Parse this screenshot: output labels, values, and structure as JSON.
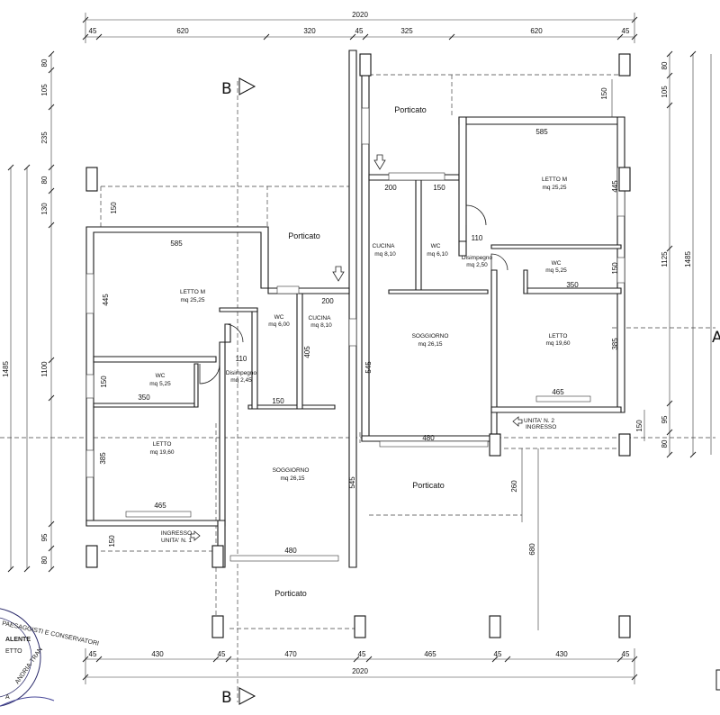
{
  "dimensions": {
    "top_total": "2020",
    "top": [
      "45",
      "620",
      "320",
      "45",
      "325",
      "620",
      "45"
    ],
    "bottom_total": "2020",
    "bottom": [
      "45",
      "430",
      "45",
      "470",
      "45",
      "465",
      "45",
      "430",
      "45"
    ],
    "left_outer": [
      "80",
      "105",
      "235",
      "80",
      "130",
      "150",
      "445",
      "150",
      "95",
      "150",
      "80"
    ],
    "left_inner_total": "1100",
    "left_outer_total": "1485",
    "right_outer": [
      "80",
      "105",
      "150",
      "445",
      "150",
      "95",
      "150",
      "80"
    ],
    "right_inner_total": "1125",
    "right_outer_total": "1485"
  },
  "section_marks": {
    "b_top": "B",
    "b_bottom": "B",
    "a_right": "A"
  },
  "left_unit": {
    "porticato_top": "Porticato",
    "porticato_bottom": "Porticato",
    "letto_m": {
      "name": "LETTO M",
      "area": "mq   25,25",
      "width": "585",
      "depth": "445"
    },
    "wc_small": {
      "name": "WC",
      "area": "mq   5,25",
      "width": "350",
      "depth": "150"
    },
    "letto": {
      "name": "LETTO",
      "area": "mq   19,60",
      "width": "465",
      "depth": "385"
    },
    "wc": {
      "name": "WC",
      "area": "mq   6,00"
    },
    "cucina": {
      "name": "CUCINA",
      "area": "mq   8,10",
      "width": "200",
      "depth": "405"
    },
    "disimpegno": {
      "name": "Disimpegno",
      "area": "mq 2,45",
      "door": "110"
    },
    "wc_width": "150",
    "soggiorno": {
      "name": "SOGGIORNO",
      "area": "mq   26,15",
      "width": "480",
      "depth": "545"
    },
    "bedroom_left": "150",
    "ingresso": "INGRESSO",
    "unita": "UNITA' N. 1"
  },
  "right_unit": {
    "porticato_top": "Porticato",
    "porticato_bottom": "Porticato",
    "letto_m": {
      "name": "LETTO M",
      "area": "mq   25,25",
      "width": "585",
      "depth": "445"
    },
    "wc_small": {
      "name": "WC",
      "area": "mq   5,25",
      "width": "350",
      "depth": "150"
    },
    "letto": {
      "name": "LETTO",
      "area": "mq   19,60",
      "width": "465",
      "depth": "385"
    },
    "wc": {
      "name": "WC",
      "area": "mq   6,10",
      "width": "150"
    },
    "cucina": {
      "name": "CUCINA",
      "area": "mq   8,10",
      "width": "200"
    },
    "disimpegno": {
      "name": "Disimpegno",
      "area": "mq 2,50",
      "door": "110"
    },
    "soggiorno": {
      "name": "SOGGIORNO",
      "area": "mq   26,15",
      "width": "480",
      "depth": "545"
    },
    "porch_depth_1": "150",
    "porch_depth_2": "260",
    "porch_depth_3": "680",
    "unita": "UNITA' N. 2",
    "ingresso": "INGRESSO"
  },
  "seal": {
    "line1": "PAESAGGISTI E CONSERVATORI",
    "line2": "ALENTE",
    "line3": "ETTO",
    "line4": "A",
    "line5": "ANDRIA-TRAN"
  }
}
